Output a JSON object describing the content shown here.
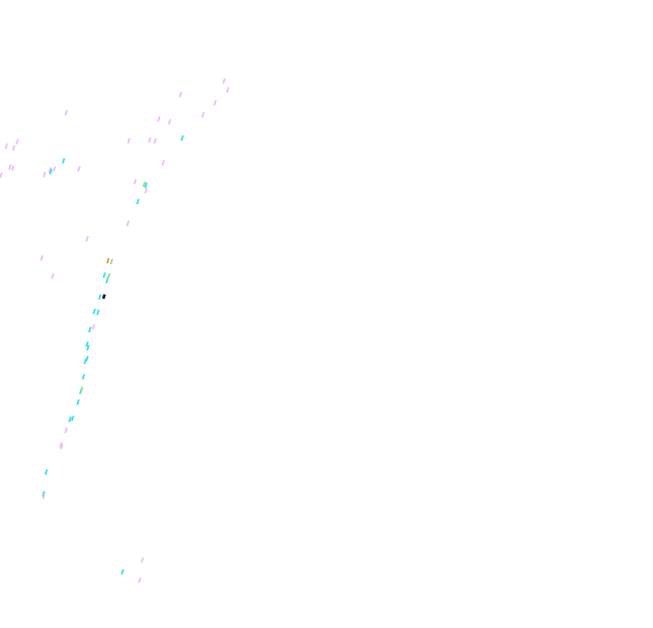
{
  "image": {
    "background": "#ffffff",
    "palette": {
      "magenta": "#e7a7f5",
      "cyan": "#33dde6",
      "green": "#7fe08a",
      "orange": "#f08a2a",
      "black": "#111111"
    },
    "marks": [
      {
        "c": "magenta"
      },
      {
        "c": "magenta"
      },
      {
        "c": "magenta"
      },
      {
        "c": "magenta"
      },
      {
        "c": "magenta"
      },
      {
        "c": "magenta"
      },
      {
        "c": "magenta"
      },
      {
        "c": "magenta"
      },
      {
        "c": "magenta"
      },
      {
        "c": "magenta"
      },
      {
        "c": "magenta"
      },
      {
        "c": "magenta"
      },
      {
        "c": "magenta"
      },
      {
        "c": "magenta"
      },
      {
        "c": "magenta"
      },
      {
        "c": "magenta"
      },
      {
        "c": "magenta"
      },
      {
        "c": "magenta"
      },
      {
        "c": "magenta"
      },
      {
        "c": "magenta"
      },
      {
        "c": "magenta"
      },
      {
        "c": "magenta"
      },
      {
        "c": "magenta"
      },
      {
        "c": "magenta"
      },
      {
        "c": "magenta"
      },
      {
        "c": "magenta"
      },
      {
        "c": "magenta"
      },
      {
        "c": "magenta"
      },
      {
        "c": "cyan"
      },
      {
        "c": "cyan"
      },
      {
        "c": "cyan"
      },
      {
        "c": "cyan"
      },
      {
        "c": "cyan"
      },
      {
        "c": "cyan"
      },
      {
        "c": "cyan"
      },
      {
        "c": "cyan"
      },
      {
        "c": "cyan"
      },
      {
        "c": "cyan"
      },
      {
        "c": "cyan"
      },
      {
        "c": "cyan"
      },
      {
        "c": "cyan"
      },
      {
        "c": "cyan"
      },
      {
        "c": "cyan"
      },
      {
        "c": "cyan"
      },
      {
        "c": "cyan"
      },
      {
        "c": "cyan"
      },
      {
        "c": "cyan"
      },
      {
        "c": "cyan"
      },
      {
        "c": "cyan"
      },
      {
        "c": "cyan"
      },
      {
        "c": "cyan"
      },
      {
        "c": "green"
      },
      {
        "c": "green"
      },
      {
        "c": "green"
      },
      {
        "c": "green"
      },
      {
        "c": "orange"
      },
      {
        "c": "black"
      },
      {
        "c": "magenta"
      },
      {
        "c": "magenta"
      },
      {
        "c": "magenta"
      },
      {
        "c": "magenta"
      },
      {
        "c": "magenta"
      },
      {
        "c": "magenta"
      },
      {
        "c": "magenta"
      }
    ]
  }
}
